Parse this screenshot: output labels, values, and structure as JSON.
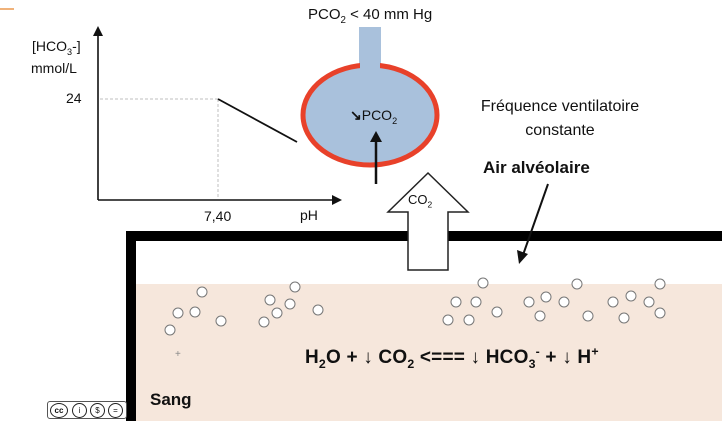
{
  "graph": {
    "y_axis_label_line1": "[HCO",
    "y_axis_label_sub": "3",
    "y_axis_label_line1_end": "-]",
    "y_axis_label_line2": "mmol/L",
    "y_tick": "24",
    "x_tick": "7,40",
    "x_axis_label": "pH"
  },
  "alveolus": {
    "top_label_pre": "PCO",
    "top_label_sub": "2",
    "top_label_post": " < 40 mm Hg",
    "inner_arrow": "↘",
    "inner_label_pre": "PCO",
    "inner_label_sub": "2",
    "co2_pre": "CO",
    "co2_sub": "2"
  },
  "labels": {
    "freq": "Fréquence ventilatoire constante",
    "air": "Air alvéolaire",
    "sang": "Sang"
  },
  "equation": {
    "h2o_pre": "H",
    "h2o_sub": "2",
    "h2o_post": "O + ",
    "down1": "↓",
    "co2_pre": " CO",
    "co2_sub": "2",
    "arrow": " <=== ",
    "down2": "↓",
    "hco3_pre": " HCO",
    "hco3_sub": "3",
    "hco3_sup": "-",
    "plus": " + ",
    "down3": "↓",
    "h": " H",
    "h_sup": "+"
  },
  "license": {
    "cc": "cc",
    "b1": "i",
    "b2": "$",
    "b3": "="
  },
  "colors": {
    "alveolus_fill": "#a9c1dc",
    "alveolus_border": "#e8412a",
    "blood": "#f6e7dc",
    "membrane": "#000000"
  }
}
